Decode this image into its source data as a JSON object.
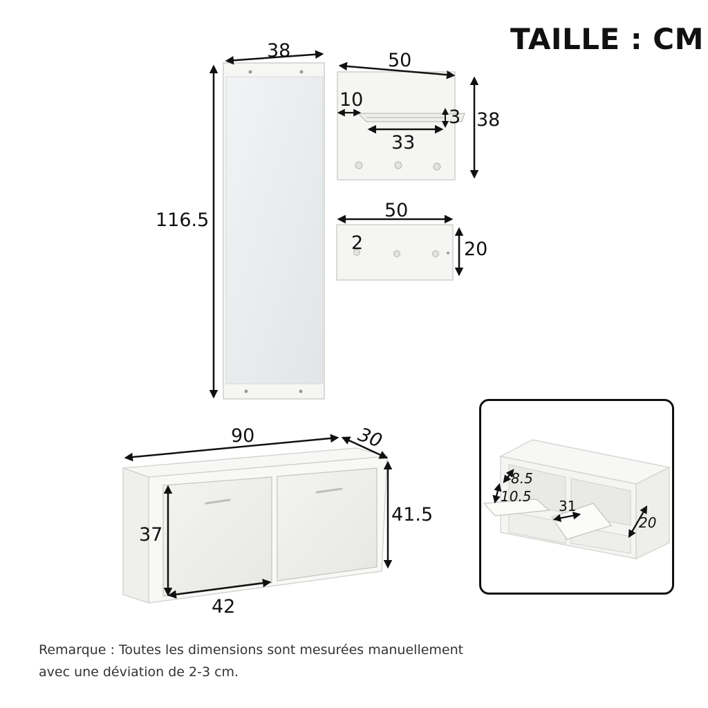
{
  "title": "TAILLE : CM",
  "dimensions": {
    "mirror_width": "38",
    "mirror_height": "116.5",
    "shelf_width": "50",
    "shelf_height": "38",
    "shelf_depth": "10",
    "rail_height": "3",
    "rail_length": "33",
    "hook_rack_width": "50",
    "hook_rack_height": "20",
    "hook_rack_depth": "2",
    "cabinet_width": "90",
    "cabinet_depth": "30",
    "cabinet_height": "41.5",
    "door_height": "37",
    "door_width": "42"
  },
  "inset": {
    "compartment_height": "8.5",
    "flap_depth": "10.5",
    "compartment_width": "31",
    "flap_height": "20"
  },
  "note": {
    "line1": "Remarque : Toutes les dimensions sont mesurées manuellement",
    "line2": "avec une déviation de 2-3 cm."
  },
  "colors": {
    "furniture": "#f4f4f2",
    "furniture_edge": "#c9c9c6",
    "mirror_glass": "#e9ecee",
    "arrow": "#111111"
  }
}
